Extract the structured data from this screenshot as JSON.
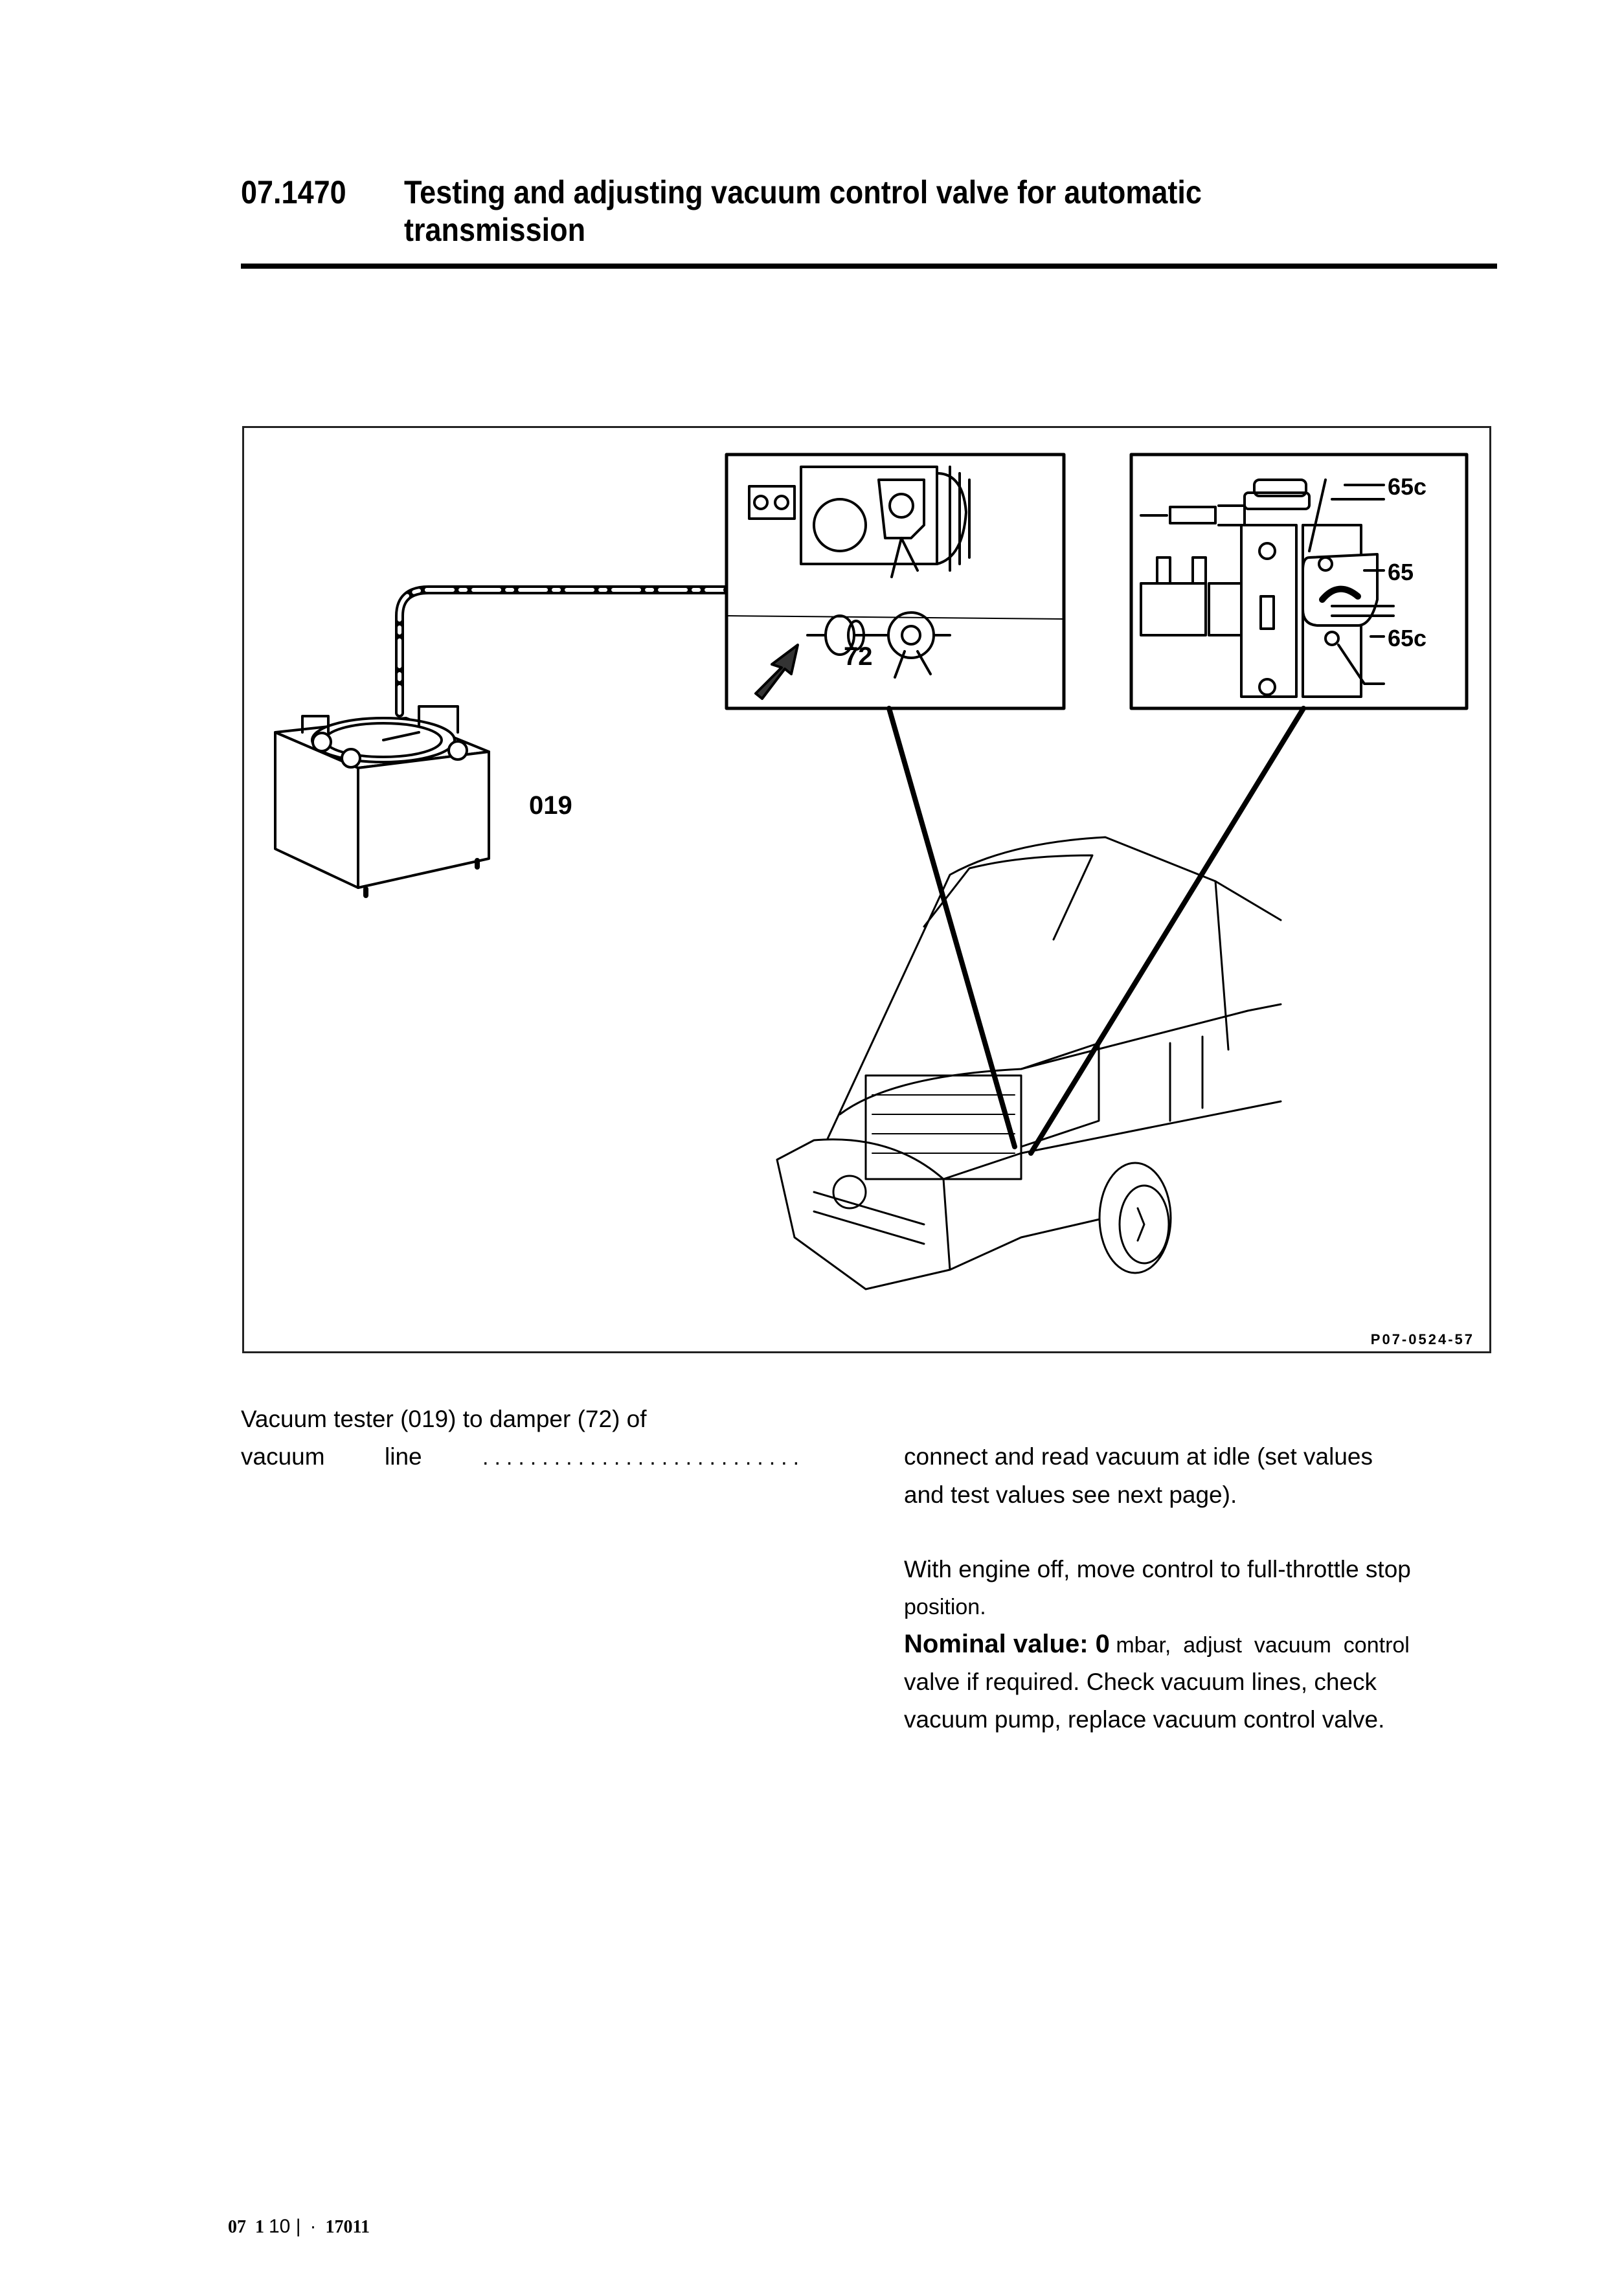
{
  "header": {
    "section_number": "07.1470",
    "title_line1": "Testing and adjusting vacuum control valve for automatic",
    "title_line2": "transmission"
  },
  "figure": {
    "labels": {
      "damper": "72",
      "tester": "019",
      "screw_top": "65c",
      "valve": "65",
      "screw_bottom": "65c"
    },
    "figure_code": "P07-0524-57"
  },
  "instructions": {
    "left_line1": "Vacuum tester (019) to damper (72) of",
    "left_word1": "vacuum",
    "left_word2": "line",
    "leader_dots": "...........................",
    "right_para1_line1": "connect and read vacuum at idle (set values",
    "right_para1_line2": "and test values see next page).",
    "right_para2_line1": "With engine off, move control to full-throttle stop",
    "right_para2_line2": "position.",
    "nominal_label": "Nominal value: 0",
    "nominal_rest": " mbar,  adjust  vacuum  control",
    "right_para2_line4": "valve if required. Check vacuum lines, check",
    "right_para2_line5": "vacuum pump, replace vacuum control valve."
  },
  "footer": {
    "part1": "07",
    "part2": "1",
    "part3": "10 |",
    "part4": "·",
    "part5": "17011"
  }
}
